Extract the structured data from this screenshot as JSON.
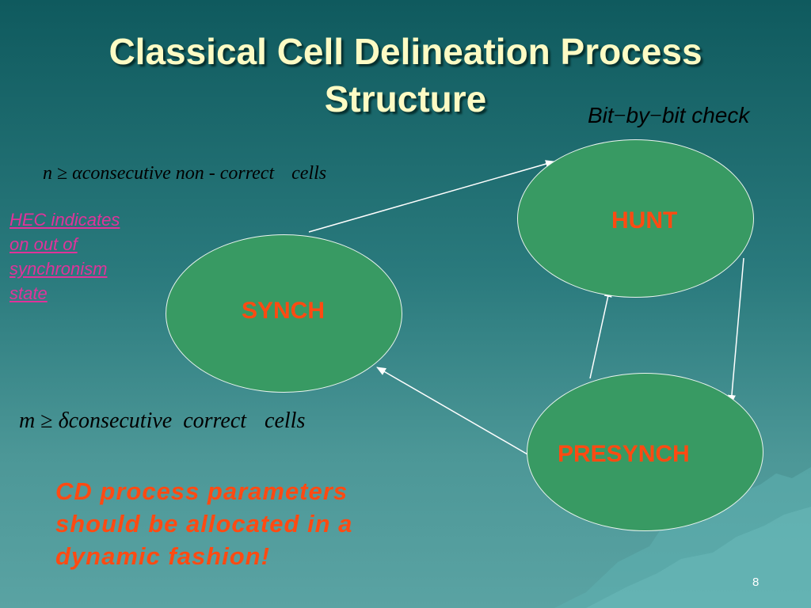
{
  "slide": {
    "title_line1": "Classical Cell Delineation Process",
    "title_line2": "Structure",
    "slide_number": "8"
  },
  "states": {
    "hunt": "HUNT",
    "synch": "SYNCH",
    "presynch": "PRESYNCH"
  },
  "transitions": {
    "hunt_check": {
      "a": "Bit",
      "dash1": "−",
      "b": "by",
      "dash2": "−",
      "c": "bit check"
    },
    "synch_to_hunt": {
      "var": "n",
      "op": "≥",
      "param": "α",
      "text": "consecutive non - correct",
      "tail": "cells"
    },
    "presynch_to_synch": {
      "var": "m",
      "op": "≥",
      "param": "δ",
      "text": "consecutive  correct",
      "tail": "cells"
    }
  },
  "notes": {
    "hec_line1": "HEC indicates",
    "hec_line2": "on out of",
    "hec_line3": "synchronism",
    "hec_line4": "state",
    "cd_line1": "CD process parameters",
    "cd_line2": "should be allocated in a",
    "cd_line3": "dynamic fashion!"
  },
  "colors": {
    "state_fill": "#389a63",
    "state_text": "#ff4a12",
    "title_text": "#fdfbc4",
    "link_text": "#e0339a",
    "arrow": "#ffffff"
  }
}
